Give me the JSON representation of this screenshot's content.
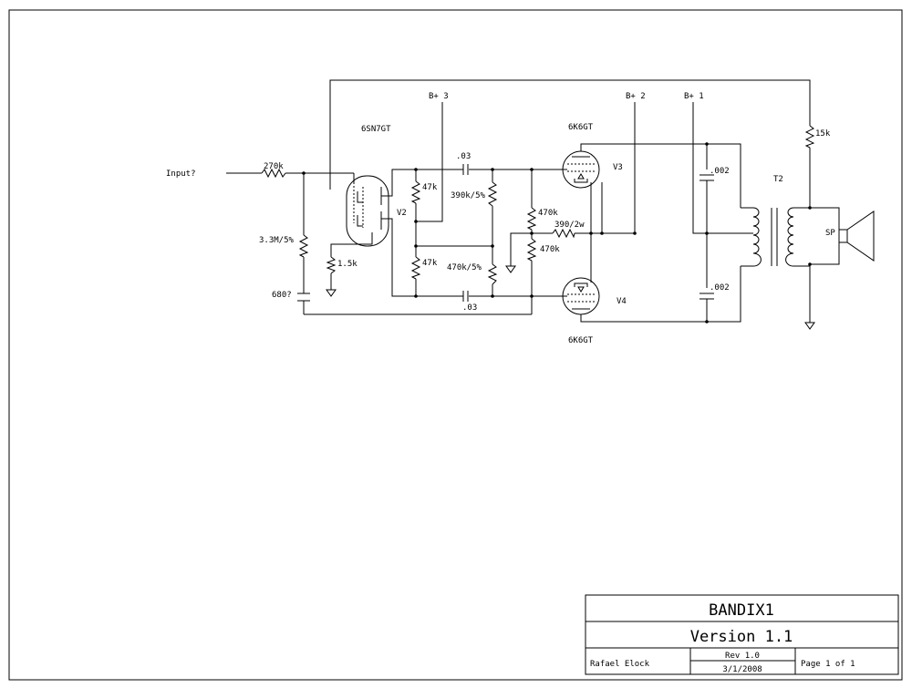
{
  "labels": {
    "input": "Input?",
    "r_input": "270k",
    "r_grid": "3.3M/5%",
    "c_input": "680?",
    "r_cathode": "1.5k",
    "tube_v2_type": "6SN7GT",
    "tube_v2_ref": "V2",
    "rail_b3": "B+ 3",
    "rail_b2": "B+ 2",
    "rail_b1": "B+ 1",
    "r_plate_top": "47k",
    "r_plate_bot": "47k",
    "c_couple_top": ".03",
    "c_couple_bot": ".03",
    "r_grid_top": "390k/5%",
    "r_grid_bot": "470k/5%",
    "r_bias_top": "470k",
    "r_bias_bot": "470k",
    "r_cathode_out": "390/2w",
    "tube_v3_type": "6K6GT",
    "tube_v3_ref": "V3",
    "tube_v4_type": "6K6GT",
    "tube_v4_ref": "V4",
    "c_bypass_top": ".002",
    "c_bypass_bot": ".002",
    "transformer_ref": "T2",
    "r_feedback": "15k",
    "speaker": "SP"
  },
  "title_block": {
    "title": "BANDIX1",
    "version": "Version 1.1",
    "author": "Rafael Elock",
    "revision": "Rev 1.0",
    "date": "3/1/2008",
    "page": "Page 1 of 1"
  }
}
